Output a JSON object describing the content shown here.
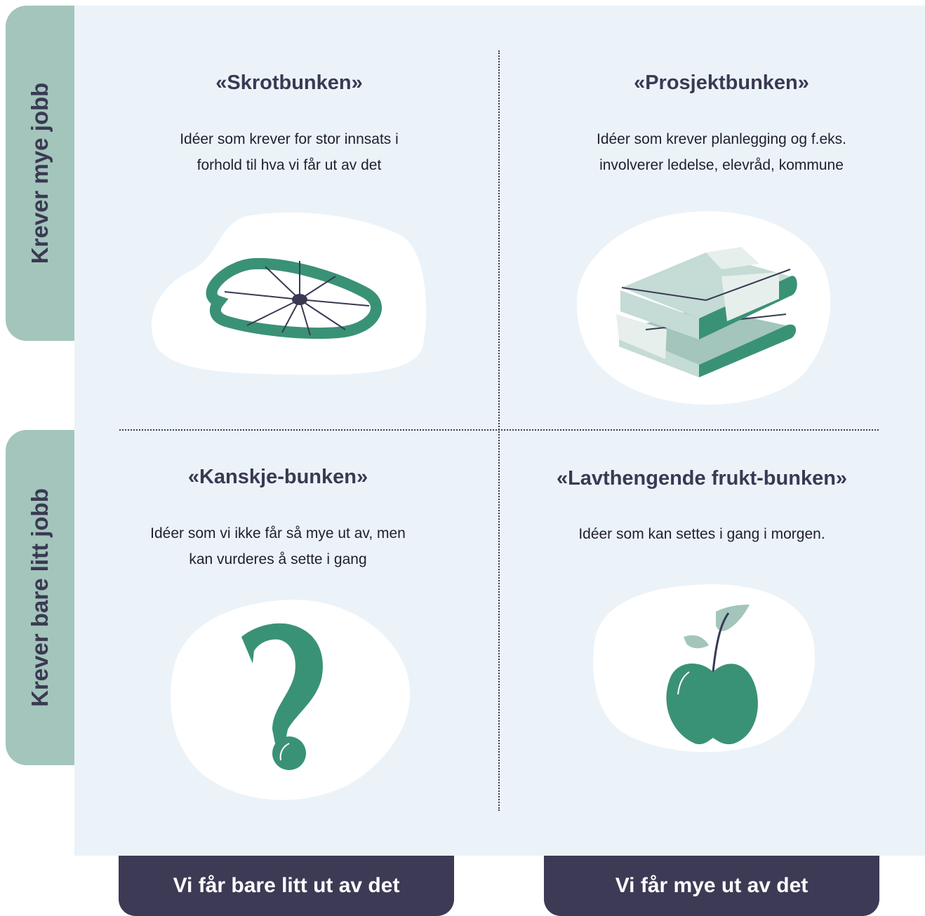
{
  "axis": {
    "row_top": "Krever mye jobb",
    "row_bottom": "Krever bare litt jobb",
    "col_left": "Vi får bare litt ut av det",
    "col_right": "Vi får mye ut av det"
  },
  "quadrants": {
    "top_left": {
      "title": "«Skrotbunken»",
      "desc_line1": "Idéer som krever for stor innsats i",
      "desc_line2": "forhold til hva vi får ut av det",
      "icon": "bent-wheel-icon"
    },
    "top_right": {
      "title": "«Prosjektbunken»",
      "desc_line1": "Idéer som krever planlegging og f.eks.",
      "desc_line2": "involverer ledelse, elevråd, kommune",
      "icon": "books-icon"
    },
    "bottom_left": {
      "title": "«Kanskje-bunken»",
      "desc_line1": "Idéer som vi ikke får så mye ut av, men",
      "desc_line2": "kan vurderes å sette i gang",
      "icon": "question-mark-icon"
    },
    "bottom_right": {
      "title": "«Lavthengende frukt-bunken»",
      "desc_line1": "Idéer som kan settes i gang i morgen.",
      "icon": "apple-icon"
    }
  },
  "colors": {
    "panel": "#ebf3f9",
    "side_tab": "#a3c5bb",
    "bottom_tab": "#3d3a55",
    "text_dark": "#3a3953",
    "green": "#3a9276",
    "light_green": "#c5dbd5"
  }
}
